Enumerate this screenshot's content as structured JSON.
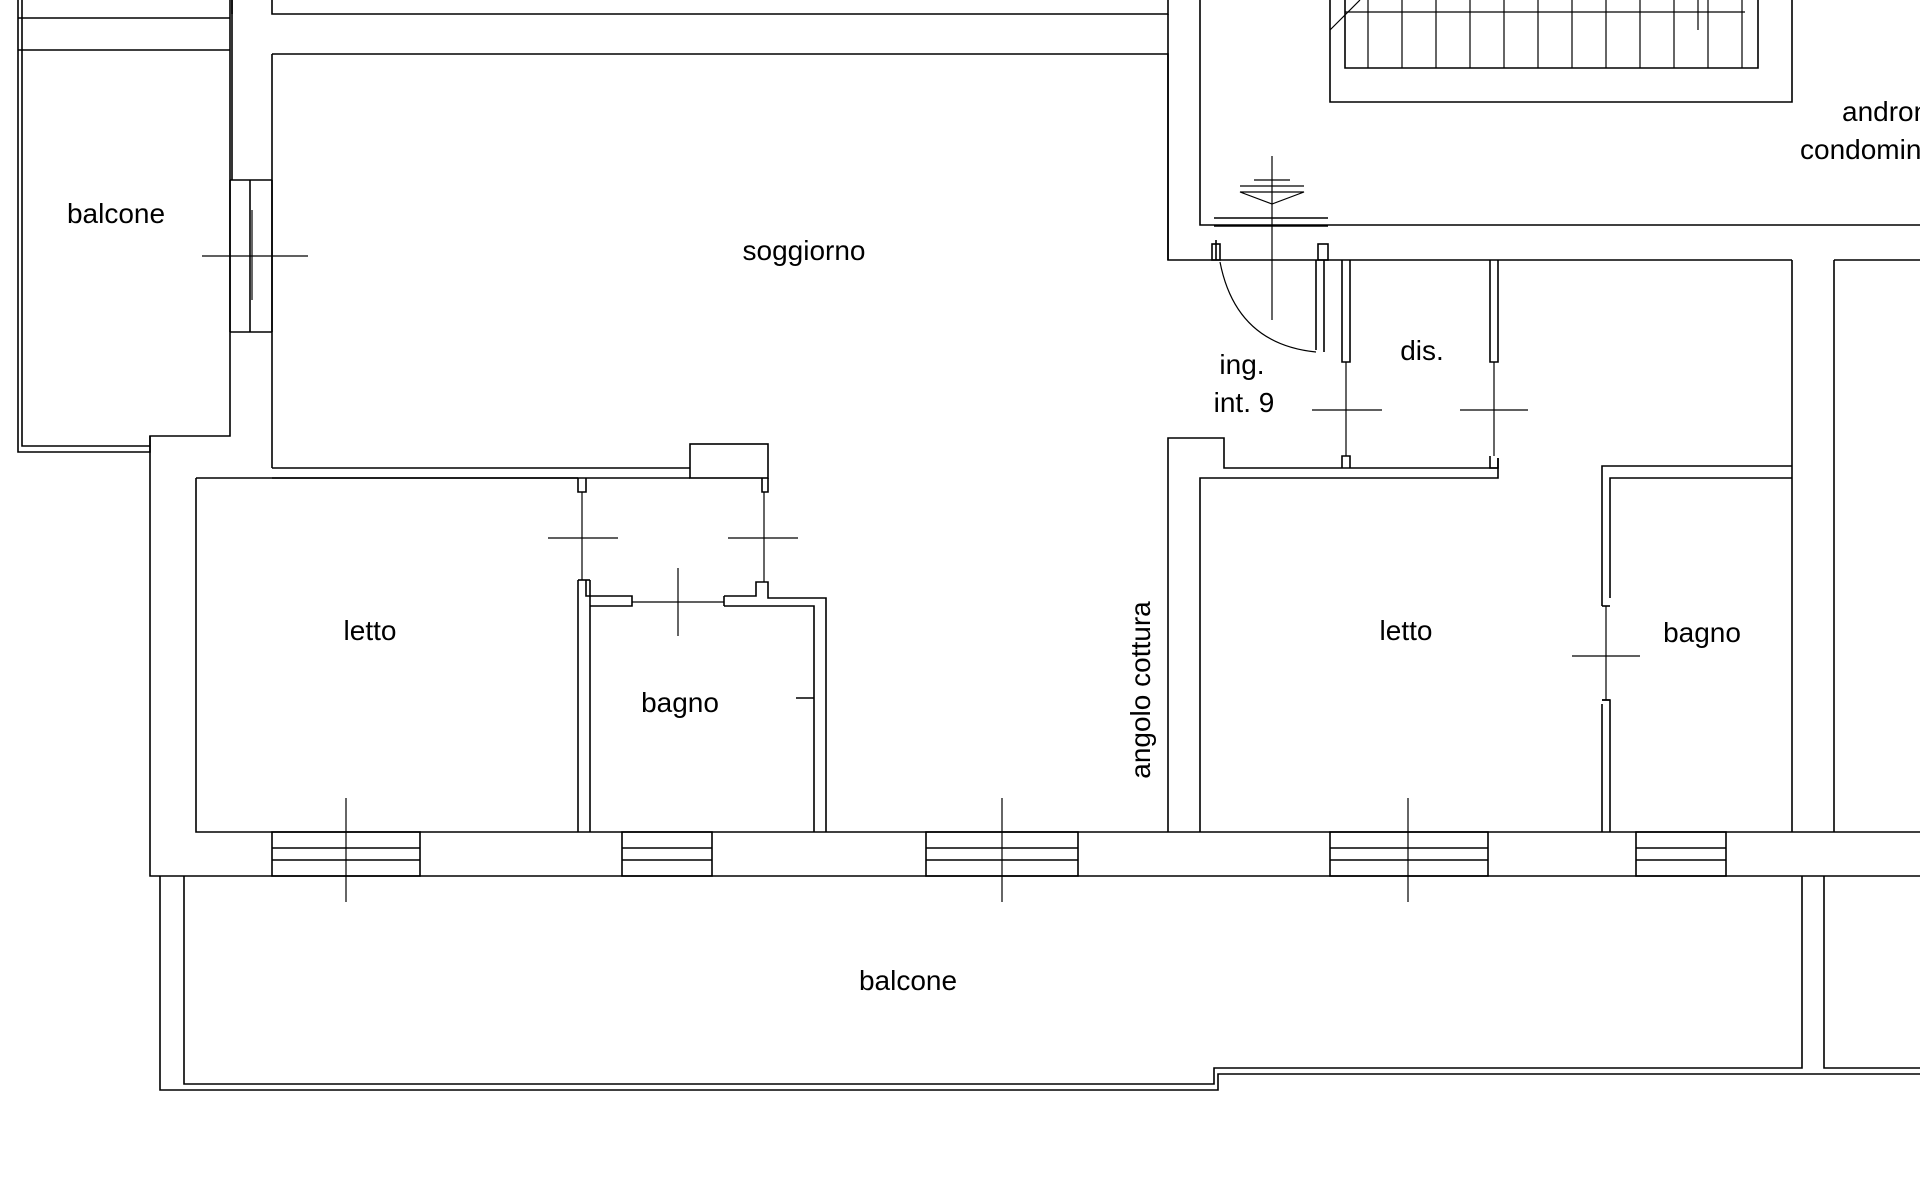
{
  "rooms": {
    "balcone_top_left": "balcone",
    "soggiorno": "soggiorno",
    "androne_line1": "androne",
    "androne_line2": "condominiale",
    "ingresso_line1": "ing.",
    "ingresso_line2": "int. 9",
    "disimpegno": "dis.",
    "letto_left": "letto",
    "bagno_left": "bagno",
    "angolo_cottura": "angolo cottura",
    "letto_right": "letto",
    "bagno_right": "bagno",
    "balcone_bottom": "balcone"
  },
  "colors": {
    "line": "#000000",
    "background": "#ffffff"
  }
}
